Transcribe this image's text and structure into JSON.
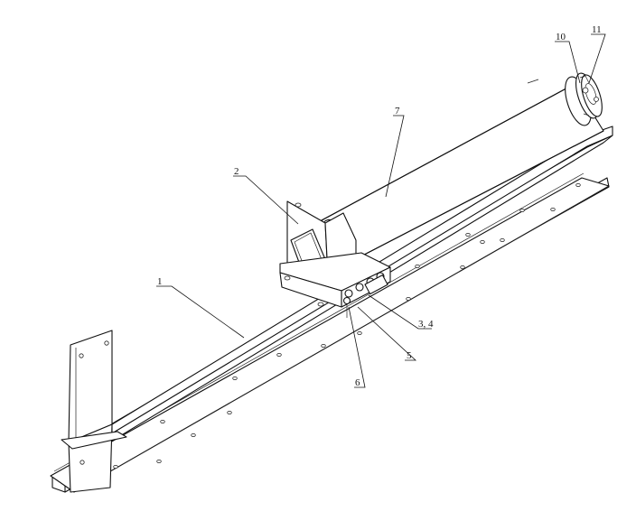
{
  "labels": {
    "p1": "1",
    "p2": "2",
    "p34": "3, 4",
    "p5": "5",
    "p6": "6",
    "p7": "7",
    "p10": "10",
    "p11": "11"
  }
}
